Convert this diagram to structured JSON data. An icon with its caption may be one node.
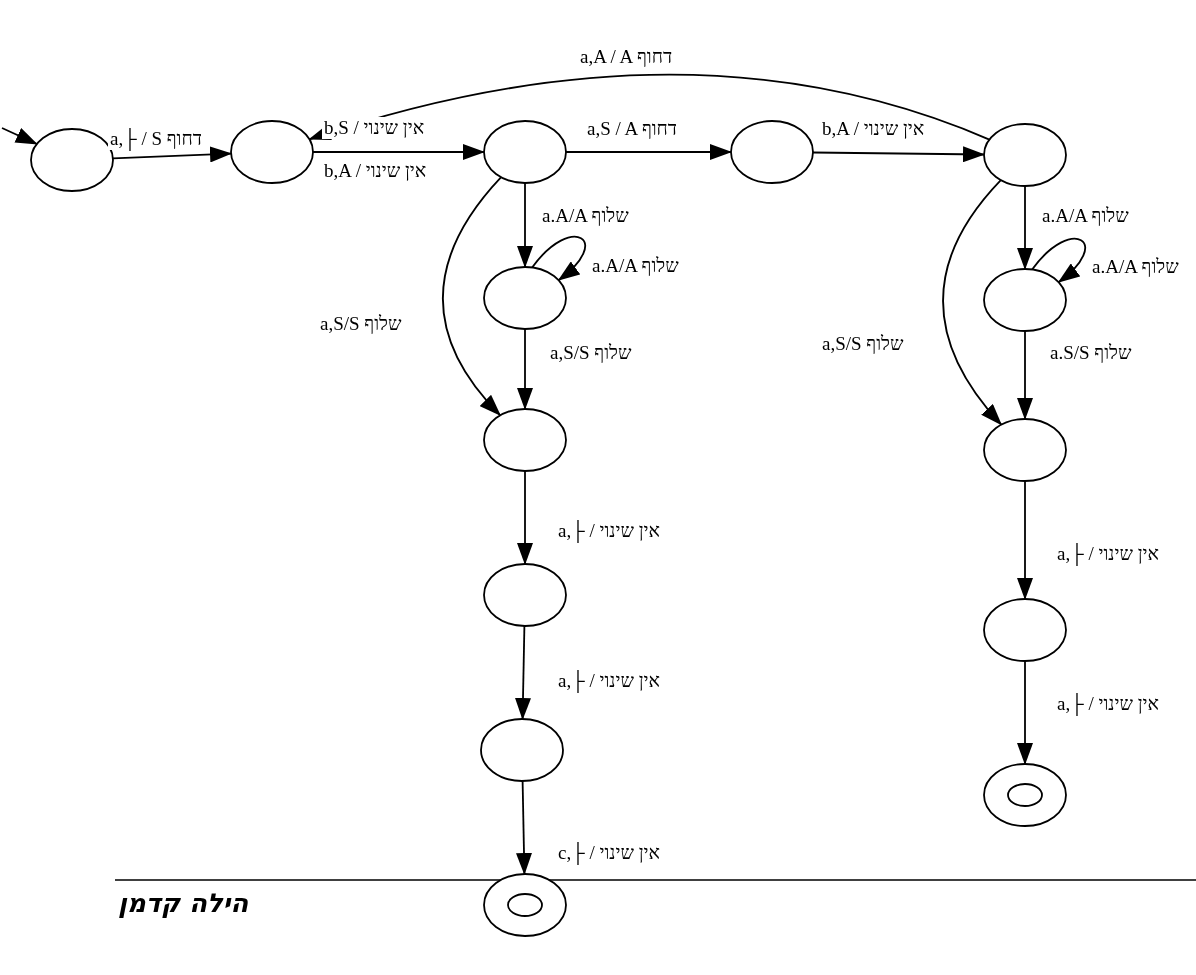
{
  "diagram": {
    "nodes": [
      {
        "text": [],
        "shape": "ellipse"
      },
      {
        "text": [],
        "shape": "ellipse"
      },
      {
        "text": [],
        "shape": "ellipse"
      },
      {
        "text": [],
        "shape": "ellipse"
      },
      {
        "text": [],
        "shape": "ellipse"
      },
      {
        "text": [],
        "shape": "ellipse"
      },
      {
        "text": [],
        "shape": "ellipse"
      },
      {
        "text": [],
        "shape": "ellipse"
      },
      {
        "text": [],
        "shape": "ellipse"
      },
      {
        "text": [],
        "shape": "ring"
      },
      {
        "text": [],
        "shape": "ellipse"
      },
      {
        "text": [],
        "shape": "ellipse"
      },
      {
        "text": [],
        "shape": "ellipse"
      },
      {
        "text": [],
        "shape": "ring"
      }
    ],
    "edges": [
      {
        "from": null,
        "to": 0,
        "arrow": "to"
      },
      {
        "from": 0,
        "to": 1,
        "arrow": "to",
        "label": "a,├ / S דחוף"
      },
      {
        "from": 1,
        "to": 2,
        "arrow": "to",
        "label": "b,S / אין שינוי"
      },
      {
        "from": 2,
        "to": 3,
        "arrow": "to",
        "label": "a,S / A דחוף"
      },
      {
        "from": 3,
        "to": 4,
        "arrow": "to",
        "label": "b,A / אין שינוי"
      },
      {
        "from": 4,
        "to": 1,
        "arrow": "to",
        "label": "a,A / A דחוף"
      },
      {
        "from": 2,
        "to": 5,
        "arrow": "to",
        "label": "a.A/A שלוף"
      },
      {
        "from": 5,
        "to": 5,
        "arrow": "to",
        "label": "a.A/A שלוף"
      },
      {
        "from": 5,
        "to": 6,
        "arrow": "to",
        "label": "a,S/S שלוף"
      },
      {
        "from": 2,
        "to": 6,
        "arrow": "to",
        "label": "a,S/S שלוף"
      },
      {
        "from": 6,
        "to": 7,
        "arrow": "to",
        "label": "a,├ / אין שינוי"
      },
      {
        "from": 7,
        "to": 8,
        "arrow": "to",
        "label": "a,├ / אין שינוי"
      },
      {
        "from": 8,
        "to": 9,
        "arrow": "to",
        "label": "c,├ / אין שינוי"
      },
      {
        "from": 4,
        "to": 10,
        "arrow": "to",
        "label": "a.A/A שלוף"
      },
      {
        "from": 10,
        "to": 10,
        "arrow": "to",
        "label": "a.A/A שלוף"
      },
      {
        "from": 10,
        "to": 11,
        "arrow": "to",
        "label": "a.S/S שלוף"
      },
      {
        "from": 4,
        "to": 11,
        "arrow": "to",
        "label": "a,S/S שלוף"
      },
      {
        "from": 11,
        "to": 12,
        "arrow": "to",
        "label": "a,├ / אין שינוי"
      },
      {
        "from": 12,
        "to": 13,
        "arrow": "to",
        "label": "a,├ / אין שינוי"
      }
    ],
    "labels": [
      "b,A / אין שינוי",
      "הילה קדמן"
    ]
  }
}
